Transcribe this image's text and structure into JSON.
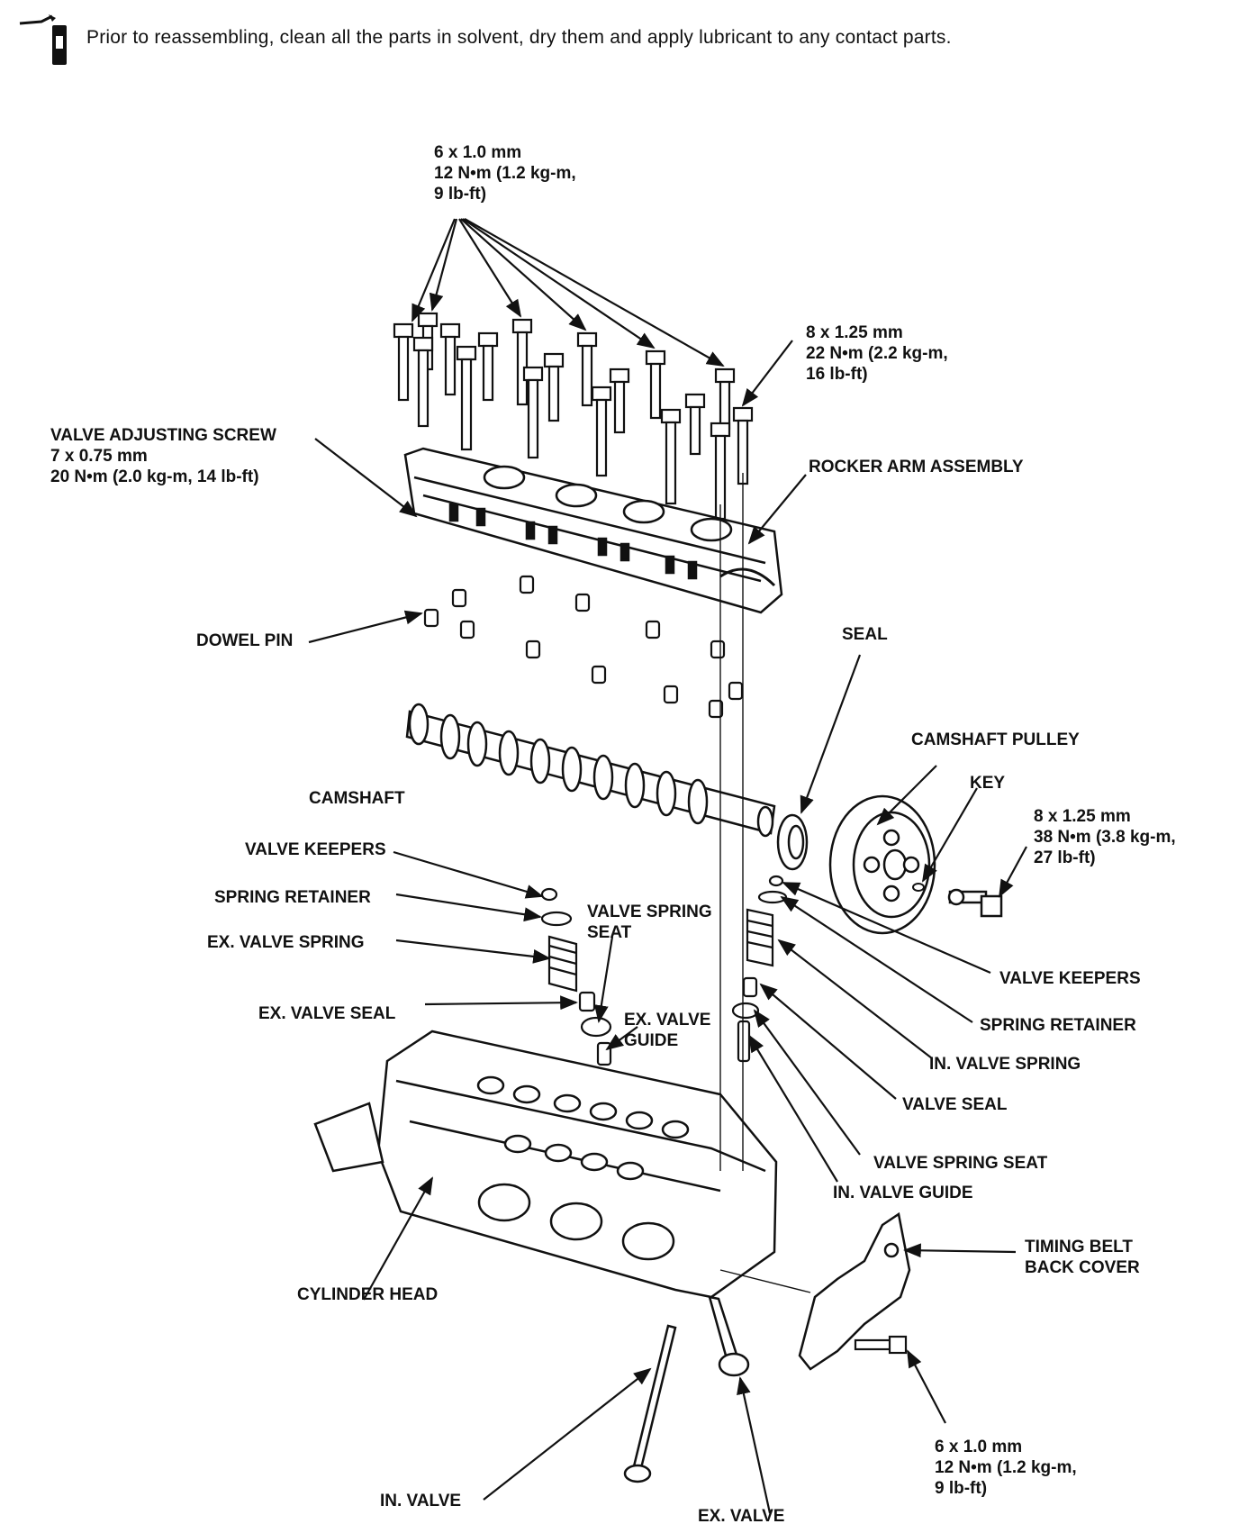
{
  "note": {
    "text": "Prior to reassembling, clean all the parts in solvent, dry them and apply lubricant to any contact parts.",
    "icon": "wrench-tool-icon"
  },
  "labels": {
    "bolt_top": {
      "l1": "6 x 1.0 mm",
      "l2": "12 N•m (1.2 kg-m,",
      "l3": "9 lb-ft)"
    },
    "bolt_right": {
      "l1": "8 x 1.25 mm",
      "l2": "22 N•m (2.2 kg-m,",
      "l3": "16 lb-ft)"
    },
    "valve_adjusting_screw": {
      "l1": "VALVE ADJUSTING SCREW",
      "l2": "7 x 0.75 mm",
      "l3": "20 N•m (2.0 kg-m, 14 lb-ft)"
    },
    "rocker_arm_assembly": "ROCKER ARM ASSEMBLY",
    "dowel_pin": "DOWEL PIN",
    "seal": "SEAL",
    "camshaft_pulley": "CAMSHAFT PULLEY",
    "key": "KEY",
    "pulley_bolt": {
      "l1": "8 x 1.25 mm",
      "l2": "38 N•m (3.8 kg-m,",
      "l3": "27 lb-ft)"
    },
    "camshaft": "CAMSHAFT",
    "valve_keepers_left": "VALVE KEEPERS",
    "spring_retainer_left": "SPRING RETAINER",
    "valve_spring_seat_left": {
      "l1": "VALVE SPRING",
      "l2": "SEAT"
    },
    "ex_valve_spring": "EX. VALVE SPRING",
    "ex_valve_seal": "EX. VALVE SEAL",
    "ex_valve_guide": {
      "l1": "EX. VALVE",
      "l2": "GUIDE"
    },
    "valve_keepers_right": "VALVE KEEPERS",
    "spring_retainer_right": "SPRING RETAINER",
    "in_valve_spring": "IN. VALVE SPRING",
    "valve_seal": "VALVE SEAL",
    "valve_spring_seat_right": "VALVE SPRING SEAT",
    "in_valve_guide": "IN. VALVE GUIDE",
    "cylinder_head": "CYLINDER HEAD",
    "timing_belt_back_cover": {
      "l1": "TIMING BELT",
      "l2": "BACK COVER"
    },
    "cover_bolt": {
      "l1": "6 x 1.0 mm",
      "l2": "12 N•m (1.2 kg-m,",
      "l3": "9 lb-ft)"
    },
    "in_valve": "IN. VALVE",
    "ex_valve": "EX. VALVE"
  }
}
